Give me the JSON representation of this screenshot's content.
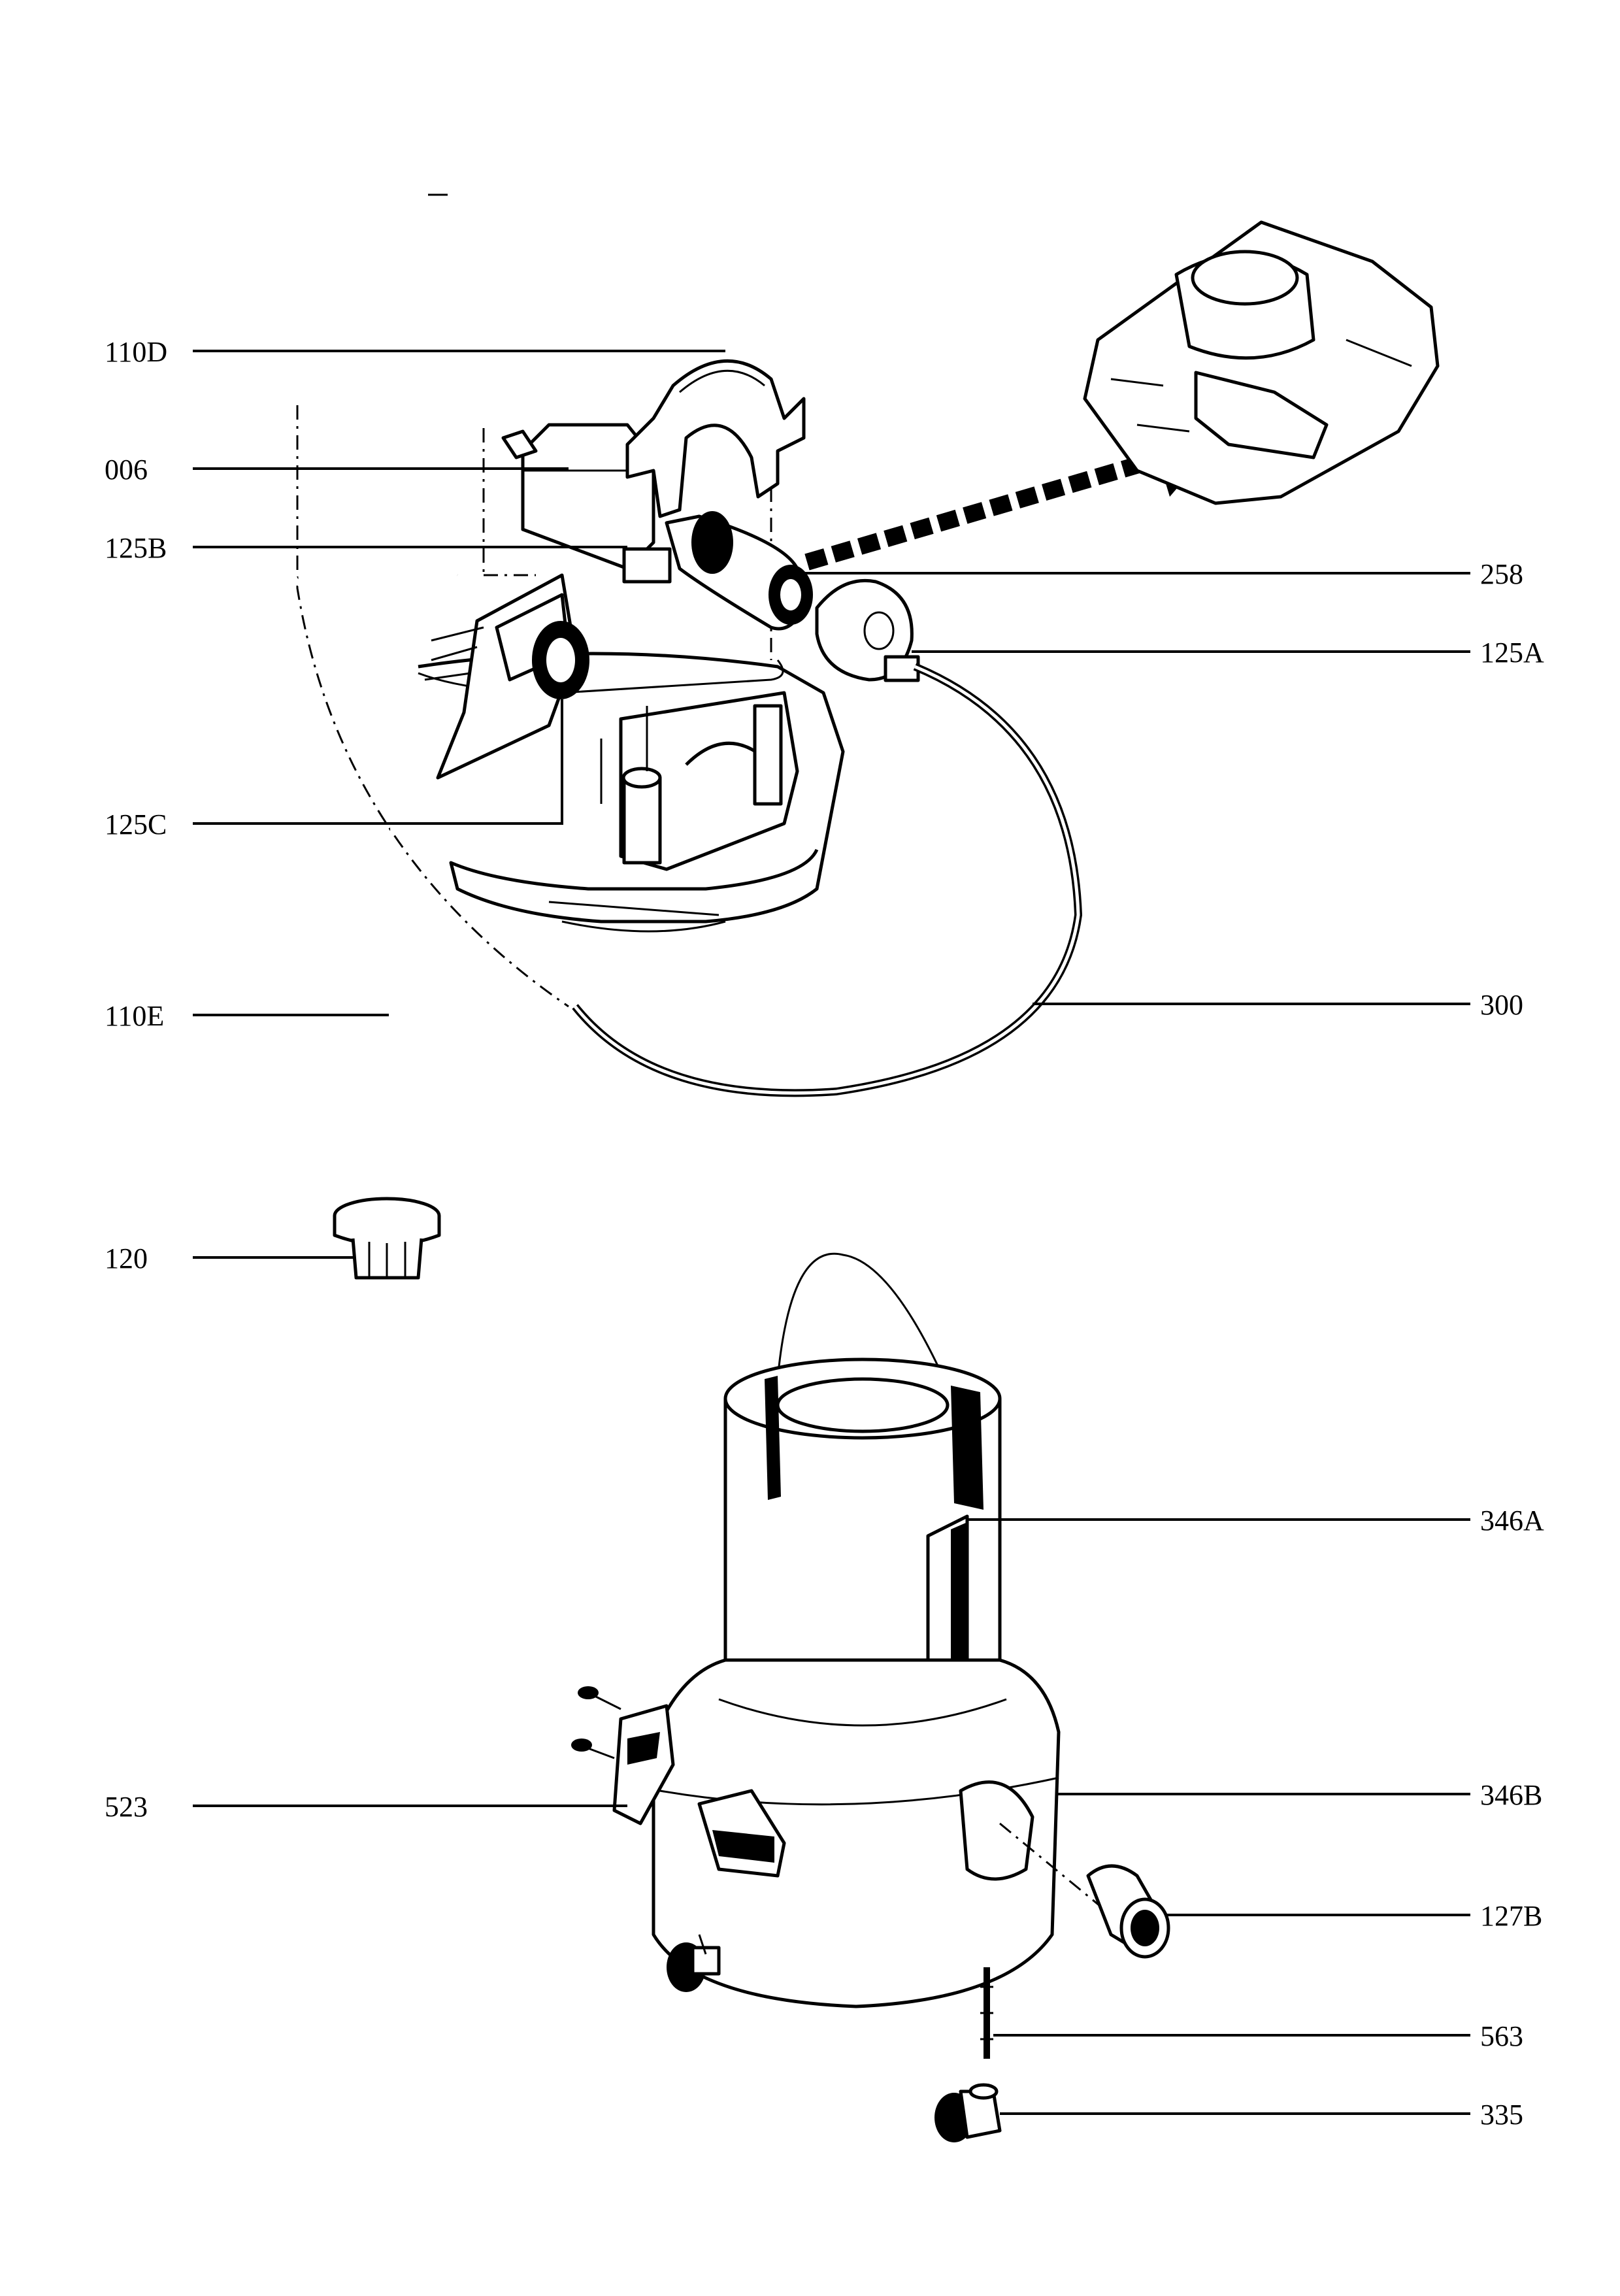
{
  "diagram": {
    "type": "exploded-parts-drawing",
    "labels": {
      "l110D": "110D",
      "l006": "006",
      "l125B": "125B",
      "l258": "258",
      "l125A": "125A",
      "l125C": "125C",
      "l300": "300",
      "l110E": "110E",
      "l120": "120",
      "l346A": "346A",
      "l523": "523",
      "l346B": "346B",
      "l127B": "127B",
      "l563": "563",
      "l335": "335"
    }
  }
}
